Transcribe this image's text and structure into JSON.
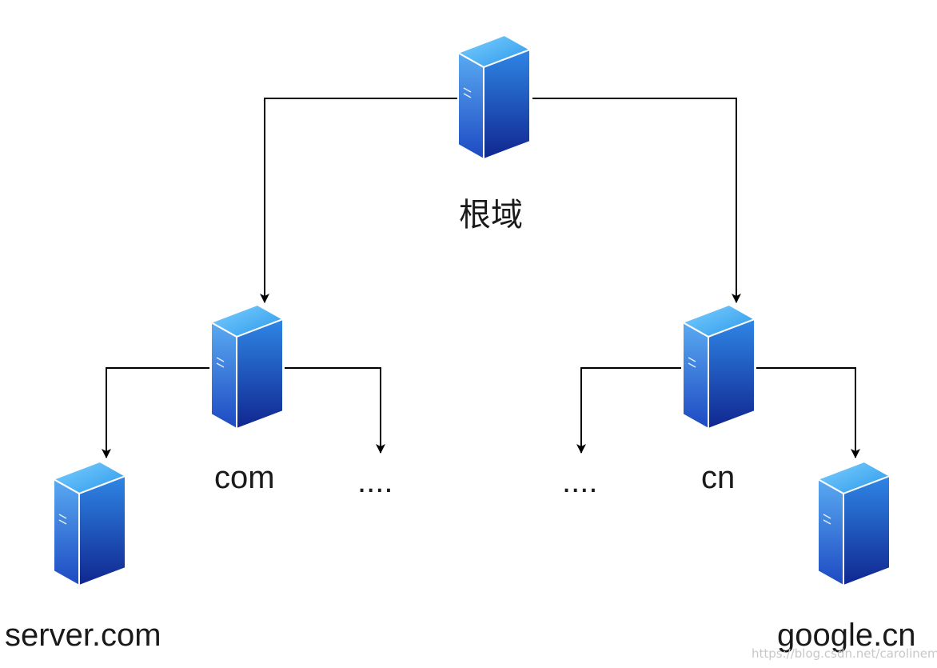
{
  "diagram": {
    "nodes": {
      "root": {
        "label": "根域",
        "icon": "server-icon"
      },
      "com": {
        "label": "com",
        "icon": "server-icon"
      },
      "cn": {
        "label": "cn",
        "icon": "server-icon"
      },
      "server_com": {
        "label": "server.com",
        "icon": "server-icon"
      },
      "google_cn": {
        "label": "google.cn",
        "icon": "server-icon"
      }
    },
    "ellipsis_left": "....",
    "ellipsis_right": "....",
    "edges": [
      {
        "from": "root",
        "to": "com"
      },
      {
        "from": "root",
        "to": "cn"
      },
      {
        "from": "com",
        "to": "server_com"
      },
      {
        "from": "com",
        "to": "ellipsis_left"
      },
      {
        "from": "cn",
        "to": "ellipsis_right"
      },
      {
        "from": "cn",
        "to": "google_cn"
      }
    ],
    "colors": {
      "server_top": "#2aa0ee",
      "server_front": "#2e6fd8",
      "server_side": "#1a3fa8",
      "edge": "#000000"
    }
  },
  "watermark": "https://blog.csdn.net/carolineme"
}
